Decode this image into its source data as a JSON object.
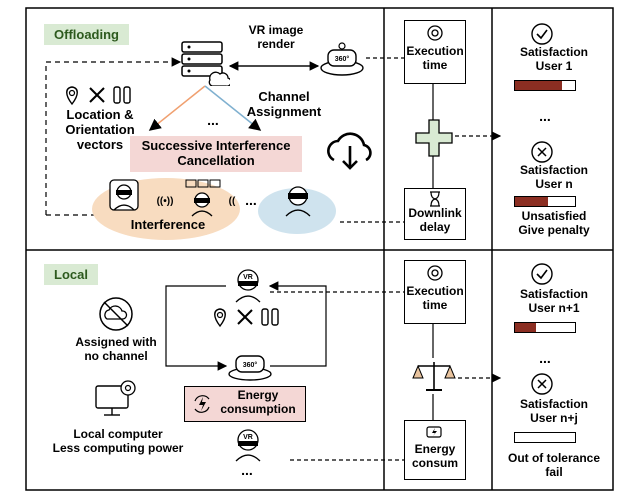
{
  "offloading": {
    "tag": "Offloading",
    "vr_render": "VR image\nrender",
    "channel_assignment": "Channel\nAssignment",
    "location_vectors": "Location &\nOrientation\nvectors",
    "sic": "Successive Interference\nCancellation",
    "interference": "Interference",
    "ellipsis_top": "...",
    "ellipsis_users": "...",
    "execution_time": "Execution\ntime",
    "downlink_delay": "Downlink\ndelay",
    "satisfaction_1": "Satisfaction\nUser 1",
    "satisfaction_1_level": 0.78,
    "ellipsis_right": "...",
    "satisfaction_n": "Satisfaction\nUser n",
    "satisfaction_n_level": 0.55,
    "unsatisfied": "Unsatisfied\nGive penalty"
  },
  "local": {
    "tag": "Local",
    "assigned": "Assigned with\nno channel",
    "local_computer": "Local computer\nLess computing power",
    "energy_consumption": "Energy\nconsumption",
    "execution_time": "Execution\ntime",
    "energy_consum": "Energy\nconsum",
    "satisfaction_n1": "Satisfaction\nUser n+1",
    "satisfaction_n1_level": 0.35,
    "ellipsis_right": "...",
    "satisfaction_nj": "Satisfaction\nUser n+j",
    "satisfaction_nj_level": 0.0,
    "out_of_tolerance": "Out of tolerance\nfail",
    "ellipsis_bottom": "..."
  },
  "colors": {
    "offloading_tag": "#d9ead3",
    "pink_box": "#f4d7d5",
    "orange_ellipse": "#f8dcc0",
    "blue_ellipse": "#cfe3ee",
    "bar_fill": "#8b2e22"
  },
  "icons": [
    "server-icon",
    "vr-headset-icon",
    "cloud-download-icon",
    "plus-icon",
    "scale-icon",
    "check-circle-icon",
    "x-circle-icon",
    "hourglass-icon",
    "gear-icon",
    "no-cloud-icon",
    "computer-icon",
    "energy-icon",
    "location-icon",
    "tools-icon"
  ]
}
